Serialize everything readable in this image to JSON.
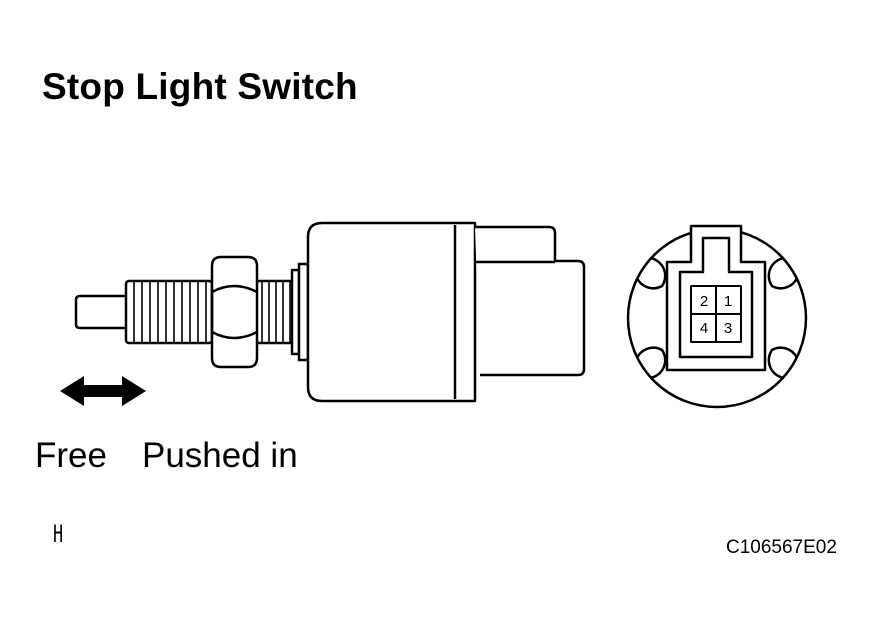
{
  "title": "Stop Light Switch",
  "labels": {
    "free": "Free",
    "pushed_in": "Pushed in"
  },
  "corner_mark": "H",
  "figure_code": "C106567E02",
  "connector": {
    "pins": [
      "2",
      "1",
      "4",
      "3"
    ]
  },
  "icons": {
    "arrow": "double-arrow-icon",
    "switch": "stop-light-switch-drawing",
    "connector": "connector-face-drawing"
  }
}
